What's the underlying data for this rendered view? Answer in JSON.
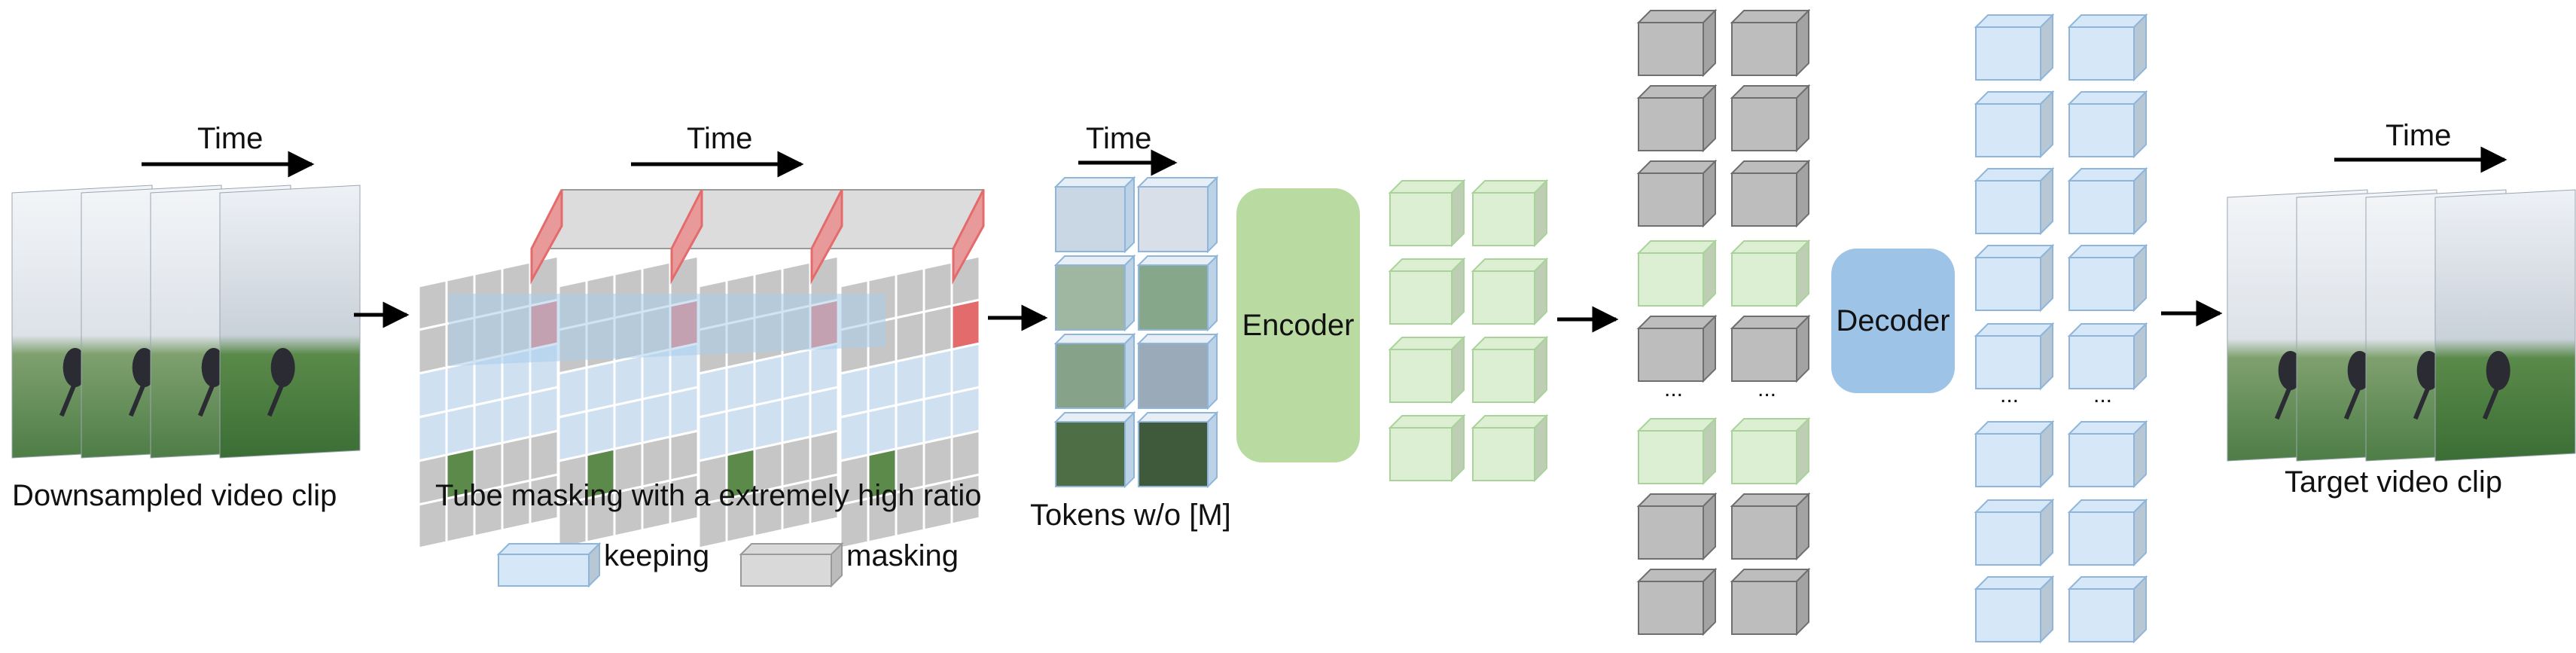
{
  "stages": {
    "input_label": "Downsampled video clip",
    "masking_label": "Tube masking with a extremely high ratio",
    "tokens_label": "Tokens w/o [M]",
    "target_label": "Target video clip",
    "time_label": "Time"
  },
  "modules": {
    "encoder_label": "Encoder",
    "decoder_label": "Decoder"
  },
  "legend": {
    "keeping_label": "keeping",
    "masking_label": "masking"
  },
  "ellipsis": "...",
  "colors": {
    "keep": "#d6e7f7",
    "keep_edge": "#8fb6da",
    "mask": "#bdbdbd",
    "mask_edge": "#6f6f6f",
    "encoded": "#dcefd3",
    "encoded_edge": "#a9d39a",
    "encoder": "#b9dba2",
    "decoder": "#9dc3e6",
    "highlight": "#e46b6b",
    "sky": "#dfe5ee",
    "grass": "#3f7a3a"
  }
}
